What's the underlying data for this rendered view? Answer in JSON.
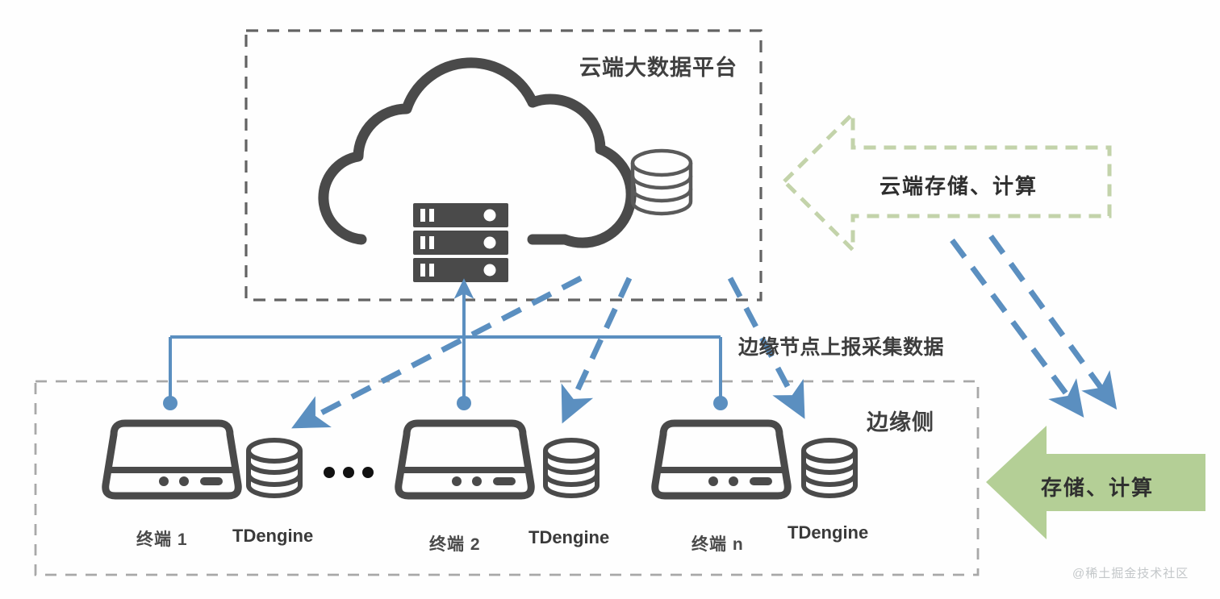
{
  "diagram": {
    "title_cloud_zone": "云端大数据平台",
    "title_edge_zone": "边缘侧",
    "annotation_upload": "边缘节点上报采集数据",
    "arrow_cloud_label": "云端存储、计算",
    "arrow_edge_label": "存储、计算",
    "ellipsis": "• • •"
  },
  "cloud_zone": {
    "icons": {
      "cloud": "cloud-icon",
      "server": "server-rack-icon",
      "database": "database-cylinder-icon"
    }
  },
  "terminals": [
    {
      "name": "终端 1",
      "db": "TDengine"
    },
    {
      "name": "终端 2",
      "db": "TDengine"
    },
    {
      "name": "终端 n",
      "db": "TDengine"
    }
  ],
  "colors": {
    "icon_dark": "#4a4a4a",
    "blue": "#5b8fc0",
    "green_solid": "#b4cf96",
    "green_dashed": "#c3d3aa",
    "box_dark": "#636363",
    "box_light": "#a8a8a8",
    "text": "#3a3a3a"
  },
  "watermark": "@稀土掘金技术社区"
}
